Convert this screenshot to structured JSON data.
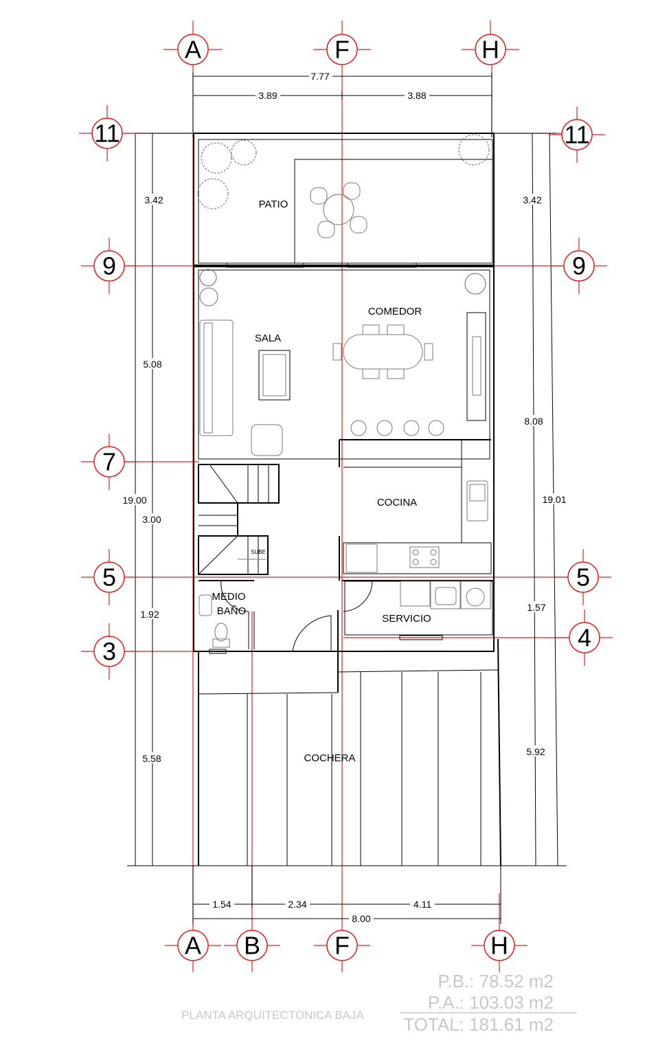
{
  "grid_axes": {
    "top": [
      "A",
      "F",
      "H"
    ],
    "bottom": [
      "A",
      "B",
      "F",
      "H"
    ],
    "left": [
      "11",
      "9",
      "7",
      "5",
      "3"
    ],
    "right": [
      "11",
      "9",
      "5",
      "4"
    ]
  },
  "dimensions": {
    "top_total": "7.77",
    "top_left": "3.89",
    "top_right": "3.88",
    "left": [
      "3.42",
      "5.08",
      "3.00",
      "1.92",
      "5.58"
    ],
    "left_total": "19.00",
    "right": [
      "3.42",
      "8.08",
      "1.57",
      "5.92"
    ],
    "right_total": "19.01",
    "bottom": [
      "1.54",
      "2.34",
      "4.11"
    ],
    "bottom_total": "8.00"
  },
  "rooms": {
    "patio": "PATIO",
    "comedor": "COMEDOR",
    "sala": "SALA",
    "cocina": "COCINA",
    "medio": "MEDIO",
    "bano": "BAÑO",
    "servicio": "SERVICIO",
    "cochera": "COCHERA",
    "stairs": "SUBE"
  },
  "title": "PLANTA ARQUITECTONICA BAJA",
  "areas": {
    "pb": "P.B.: 78.52 m2",
    "pa": "P.A.: 103.03 m2",
    "total": "TOTAL: 181.61 m2"
  },
  "colors": {
    "axis": "#e02020",
    "caption": "#c8c8c8"
  }
}
